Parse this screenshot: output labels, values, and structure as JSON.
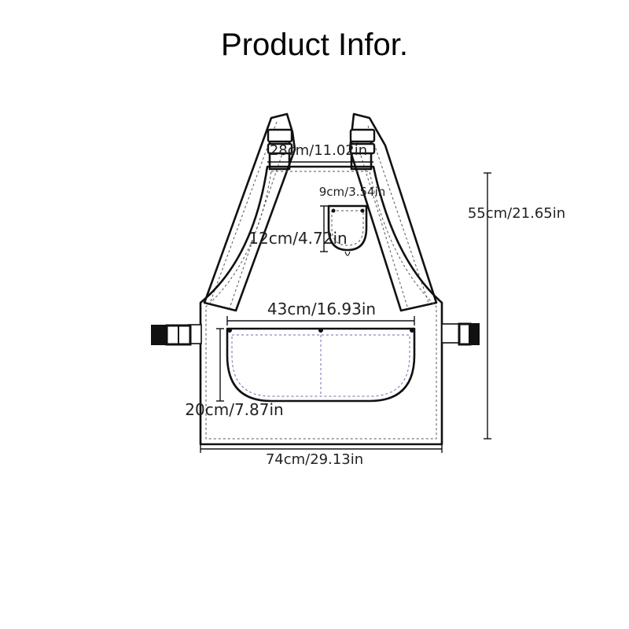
{
  "title": "Product Infor.",
  "dimensions": {
    "top_width": "28cm/11.02in",
    "small_pocket_width": "9cm/3.54in",
    "small_pocket_height": "12cm/4.72in",
    "big_pocket_width": "43cm/16.93in",
    "big_pocket_height": "20cm/7.87in",
    "bottom_width": "74cm/29.13in",
    "total_height": "55cm/21.65in"
  }
}
